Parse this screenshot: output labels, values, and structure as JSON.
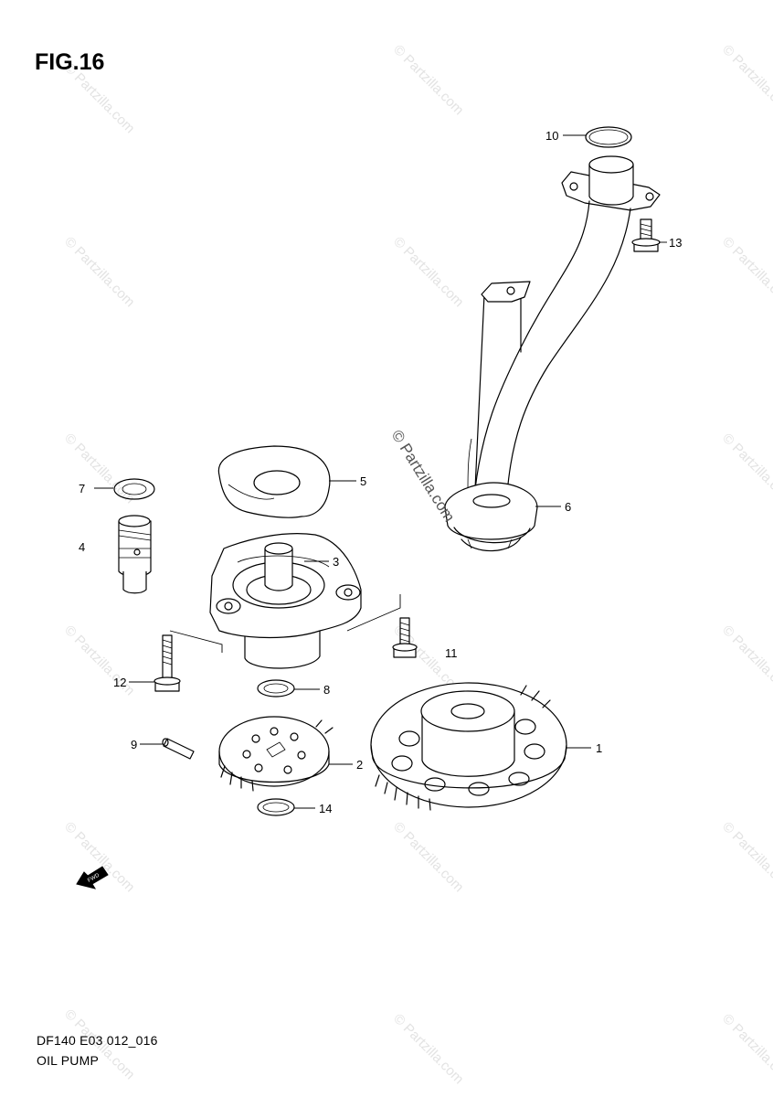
{
  "figure": {
    "title": "FIG.16",
    "code": "DF140 E03 012_016",
    "name": "OIL PUMP"
  },
  "callouts": [
    "1",
    "2",
    "3",
    "4",
    "5",
    "6",
    "7",
    "8",
    "9",
    "10",
    "11",
    "12",
    "13",
    "14"
  ],
  "watermark": {
    "text": "© Partzilla.com",
    "color": "#e3e3e3"
  },
  "fwd_arrow": {
    "label": "FWD",
    "icon": "forward-arrow-icon"
  }
}
